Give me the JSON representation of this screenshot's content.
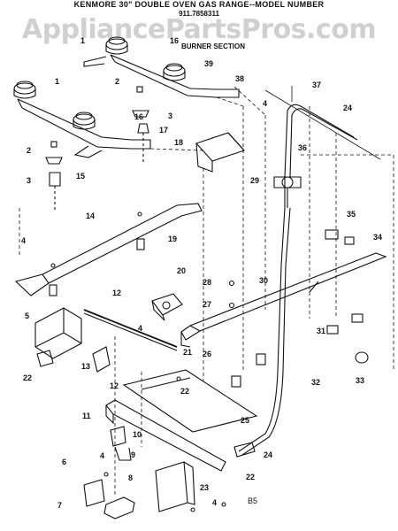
{
  "header": {
    "title": "KENMORE 30\" DOUBLE OVEN GAS RANGE--MODEL NUMBER",
    "model_number": "911.7858311",
    "section": "BURNER SECTION"
  },
  "watermark": "AppliancePartsPros.com",
  "page_mark": "B5",
  "callouts": [
    {
      "label": "1"
    },
    {
      "label": "16"
    },
    {
      "label": "39"
    },
    {
      "label": "38"
    },
    {
      "label": "2"
    },
    {
      "label": "3"
    },
    {
      "label": "4"
    },
    {
      "label": "37"
    },
    {
      "label": "1"
    },
    {
      "label": "16"
    },
    {
      "label": "17"
    },
    {
      "label": "24"
    },
    {
      "label": "18"
    },
    {
      "label": "36"
    },
    {
      "label": "2"
    },
    {
      "label": "29"
    },
    {
      "label": "3"
    },
    {
      "label": "15"
    },
    {
      "label": "14"
    },
    {
      "label": "35"
    },
    {
      "label": "34"
    },
    {
      "label": "4"
    },
    {
      "label": "19"
    },
    {
      "label": "20"
    },
    {
      "label": "28"
    },
    {
      "label": "30"
    },
    {
      "label": "12"
    },
    {
      "label": "27"
    },
    {
      "label": "5"
    },
    {
      "label": "4"
    },
    {
      "label": "31"
    },
    {
      "label": "21"
    },
    {
      "label": "26"
    },
    {
      "label": "22"
    },
    {
      "label": "13"
    },
    {
      "label": "12"
    },
    {
      "label": "33"
    },
    {
      "label": "22"
    },
    {
      "label": "32"
    },
    {
      "label": "11"
    },
    {
      "label": "25"
    },
    {
      "label": "10"
    },
    {
      "label": "9"
    },
    {
      "label": "24"
    },
    {
      "label": "6"
    },
    {
      "label": "4"
    },
    {
      "label": "22"
    },
    {
      "label": "8"
    },
    {
      "label": "23"
    },
    {
      "label": "7"
    },
    {
      "label": "4"
    }
  ]
}
